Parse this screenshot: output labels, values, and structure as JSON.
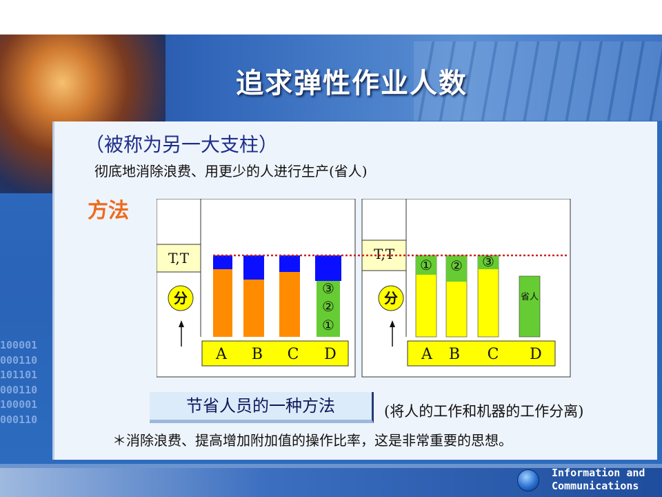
{
  "title": "追求弹性作业人数",
  "subtitle": "（被称为另一大支柱）",
  "line2": "彻底地消除浪费、用更少的人进行生产(省人)",
  "method_label": "方法",
  "binary": [
    "100001",
    "000110",
    "101101",
    "000110",
    "100001",
    "000110"
  ],
  "colors": {
    "orange": "#ff8c00",
    "blue": "#0a10ff",
    "yellow": "#ffff00",
    "green": "#66cc33",
    "dotted": "#cc2222",
    "title_orange": "#ef6a1d",
    "subtitle_blue": "#1e2e8a"
  },
  "left_chart": {
    "tt_label": "T,T",
    "fen_label": "分",
    "categories": [
      "A",
      "B",
      "C",
      "D"
    ],
    "work_colors": [
      "orange",
      "orange",
      "orange",
      "green"
    ],
    "slot_marks": [
      "③",
      "②",
      "①"
    ]
  },
  "right_chart": {
    "tt_label": "T,T",
    "fen_label": "分",
    "categories": [
      "A",
      "B",
      "C",
      "D"
    ],
    "marks": [
      "①",
      "②",
      "③"
    ],
    "saved_label": "省人"
  },
  "method_box": "节省人员的一种方法",
  "paren_text": "(将人的工作和机器的工作分离)",
  "note": "＊消除浪费、提高增加附加值的操作比率，这是非常重要的思想。",
  "footer": {
    "brand_line1": "Information and",
    "brand_line2": "Communications"
  }
}
